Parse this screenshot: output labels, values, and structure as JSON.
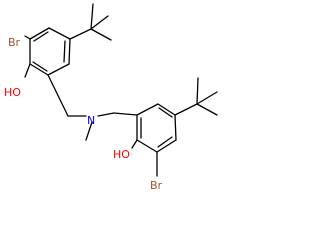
{
  "molecule": {
    "atom_labels": {
      "br_top": "Br",
      "oh_top": "HO",
      "n_center": "N",
      "oh_bottom": "HO",
      "br_bottom": "Br"
    },
    "colors": {
      "bond": "#000000",
      "bromine": "#a0522d",
      "oxygen": "#ff0000",
      "nitrogen": "#0000ff"
    }
  }
}
